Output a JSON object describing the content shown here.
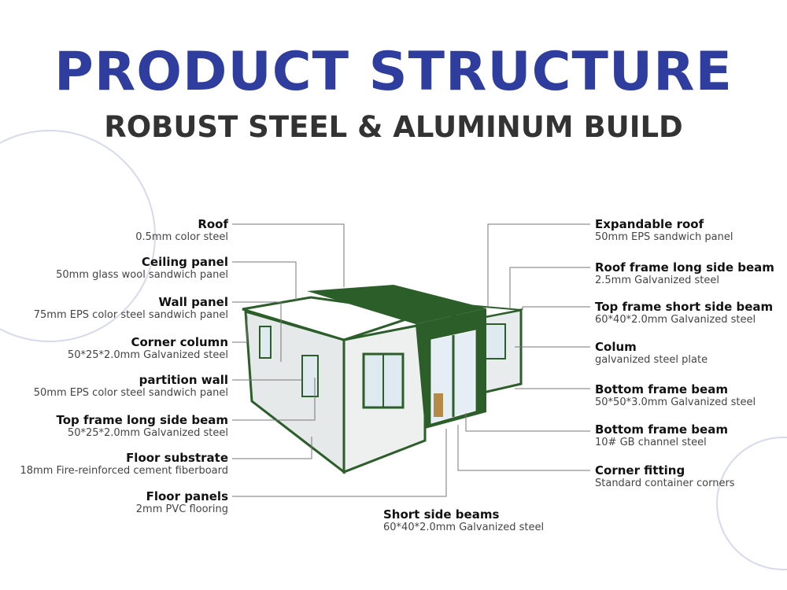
{
  "header": {
    "title": "PRODUCT STRUCTURE",
    "subtitle": "ROBUST STEEL & ALUMINUM BUILD"
  },
  "colors": {
    "title": "#2e3d9e",
    "frame_green": "#2c5e2a",
    "wall": "#eef0f0",
    "accent_circle": "#d7d9ee"
  },
  "left_labels": [
    {
      "name": "Roof",
      "desc": "0.5mm color steel"
    },
    {
      "name": "Ceiling panel",
      "desc": "50mm glass wool sandwich panel"
    },
    {
      "name": "Wall panel",
      "desc": "75mm EPS color steel sandwich panel"
    },
    {
      "name": "Corner column",
      "desc": "50*25*2.0mm Galvanized steel"
    },
    {
      "name": "partition wall",
      "desc": "50mm EPS color steel sandwich panel"
    },
    {
      "name": "Top frame long side beam",
      "desc": "50*25*2.0mm Galvanized steel"
    },
    {
      "name": "Floor substrate",
      "desc": "18mm Fire-reinforced cement fiberboard"
    },
    {
      "name": "Floor panels",
      "desc": "2mm PVC flooring"
    }
  ],
  "right_labels": [
    {
      "name": "Expandable roof",
      "desc": "50mm EPS sandwich panel"
    },
    {
      "name": "Roof frame long side beam",
      "desc": "2.5mm Galvanized steel"
    },
    {
      "name": "Top frame short side beam",
      "desc": "60*40*2.0mm Galvanized steel"
    },
    {
      "name": "Colum",
      "desc": "galvanized steel plate"
    },
    {
      "name": "Bottom frame beam",
      "desc": "50*50*3.0mm Galvanized steel"
    },
    {
      "name": "Bottom frame beam",
      "desc": "10# GB channel steel"
    },
    {
      "name": "Corner fitting",
      "desc": "Standard container corners"
    }
  ],
  "bottom_label": {
    "name": "Short side beams",
    "desc": "60*40*2.0mm Galvanized steel"
  }
}
